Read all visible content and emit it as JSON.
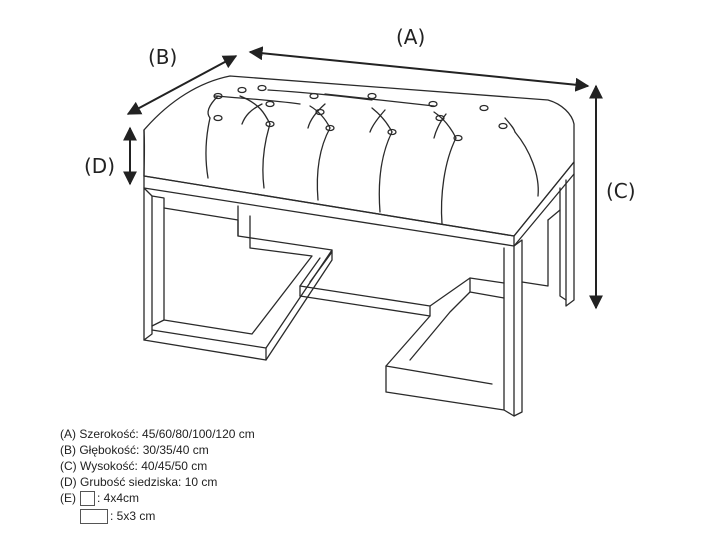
{
  "labels": {
    "A": "(A)",
    "B": "(B)",
    "C": "(C)",
    "D": "(D)"
  },
  "legend": {
    "a": "(A) Szerokość: 45/60/80/100/120 cm",
    "b": "(B) Głębokość: 30/35/40 cm",
    "c": "(C) Wysokość: 40/45/50 cm",
    "d": "(D) Grubość siedziska: 10 cm",
    "e_prefix": "(E)",
    "e_square": ": 4x4cm",
    "e_rect": ": 5x3 cm"
  },
  "colors": {
    "line": "#2a2a2a",
    "background": "#ffffff"
  }
}
